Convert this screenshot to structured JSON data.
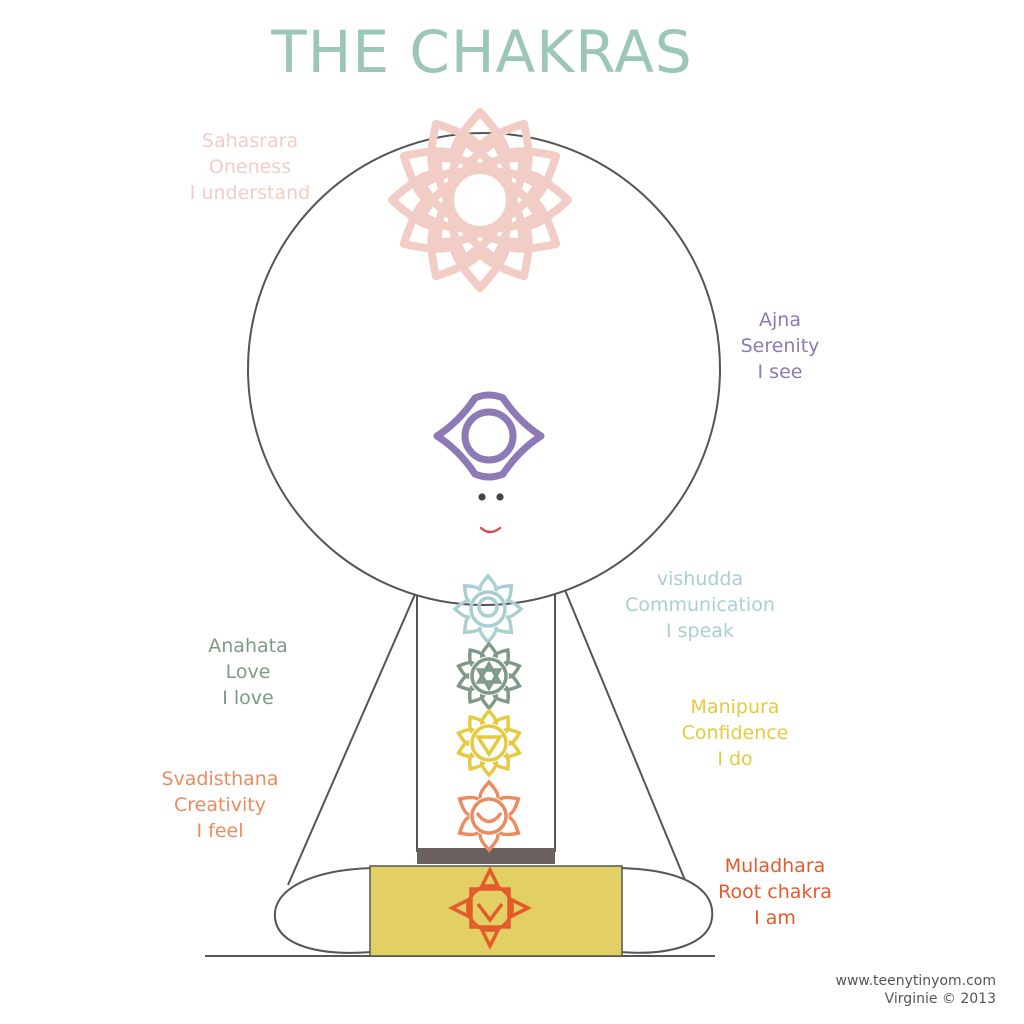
{
  "title": "THE CHAKRAS",
  "colors": {
    "title": "#9cc6b8",
    "outline": "#555555",
    "skin": "#ffffff",
    "shorts": "#e3d065",
    "belt": "#6b6060",
    "smile": "#d84c4c"
  },
  "chakras": [
    {
      "key": "sahasrara",
      "name": "Sahasrara",
      "meaning": "Oneness",
      "affirmation": "I understand",
      "color": "#f1cdc6",
      "icon": "thousand-petal-lotus-icon"
    },
    {
      "key": "ajna",
      "name": "Ajna",
      "meaning": "Serenity",
      "affirmation": "I see",
      "color": "#8d79b6",
      "icon": "eye-lotus-icon"
    },
    {
      "key": "vishudda",
      "name": "vishudda",
      "meaning": "Communication",
      "affirmation": "I speak",
      "color": "#a9cfd0",
      "icon": "throat-lotus-icon"
    },
    {
      "key": "anahata",
      "name": "Anahata",
      "meaning": "Love",
      "affirmation": "I love",
      "color": "#7e9a87",
      "icon": "hexagram-lotus-icon"
    },
    {
      "key": "manipura",
      "name": "Manipura",
      "meaning": "Confidence",
      "affirmation": "I do",
      "color": "#e6ca3e",
      "icon": "triangle-lotus-icon"
    },
    {
      "key": "svadisthana",
      "name": "Svadisthana",
      "meaning": "Creativity",
      "affirmation": "I feel",
      "color": "#ee8a5f",
      "icon": "crescent-lotus-icon"
    },
    {
      "key": "muladhara",
      "name": "Muladhara",
      "meaning": "Root chakra",
      "affirmation": "I am",
      "color": "#e55a2b",
      "icon": "square-lotus-icon"
    }
  ],
  "credits": {
    "website": "www.teenytinyom.com",
    "author": "Virginie © 2013"
  }
}
